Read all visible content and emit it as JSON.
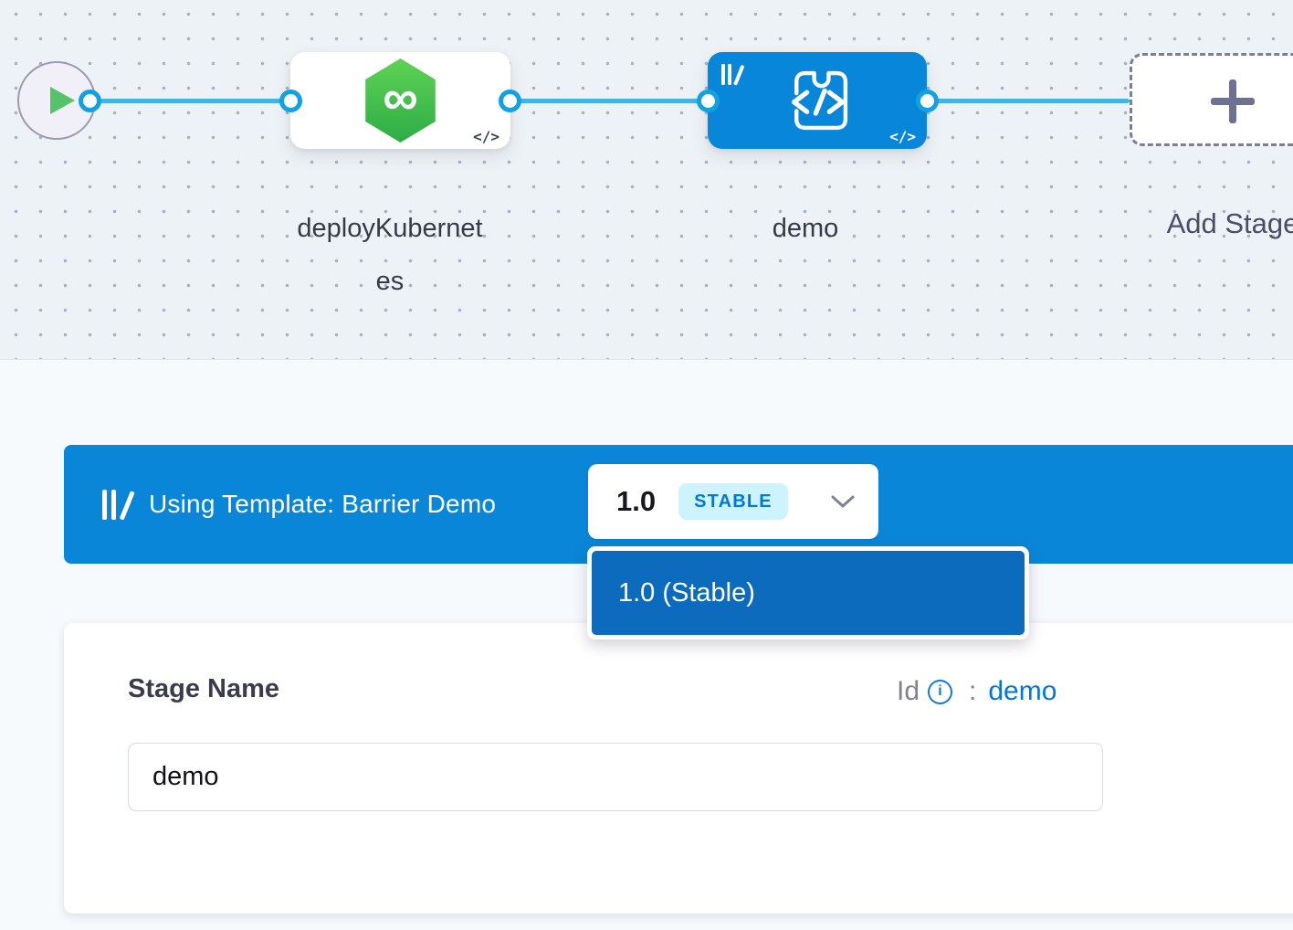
{
  "pipeline_canvas": {
    "stages": [
      {
        "name": "deployKubernetes",
        "type": "deployment-stage"
      },
      {
        "name": "demo",
        "type": "custom-stage-from-template",
        "selected": true
      }
    ],
    "add_stage_label": "Add Stage",
    "deploy_icon_glyph": "∞",
    "code_toggle_glyph": "</>"
  },
  "template_banner": {
    "label": "Using Template: Barrier Demo",
    "version": "1.0",
    "version_badge": "STABLE"
  },
  "version_dropdown": {
    "items": [
      "1.0 (Stable)"
    ]
  },
  "stage_form": {
    "name_label": "Stage Name",
    "name_value": "demo",
    "id_label": "Id",
    "info_glyph": "i",
    "id_colon": ":",
    "id_value": "demo"
  },
  "colors": {
    "selected_node_blue": "#0886d9",
    "banner_blue": "#0a86d8",
    "dropdown_selected_blue": "#0d6bbd",
    "edge_blue": "#41b4e8",
    "port_ring_blue": "#12a2e3",
    "link_blue": "#0278d5",
    "stable_badge_bg": "#cdf3fe",
    "deploy_icon_green": "#3fb94d",
    "play_icon_green": "#55c36a",
    "canvas_bg": "#edf2f6"
  }
}
